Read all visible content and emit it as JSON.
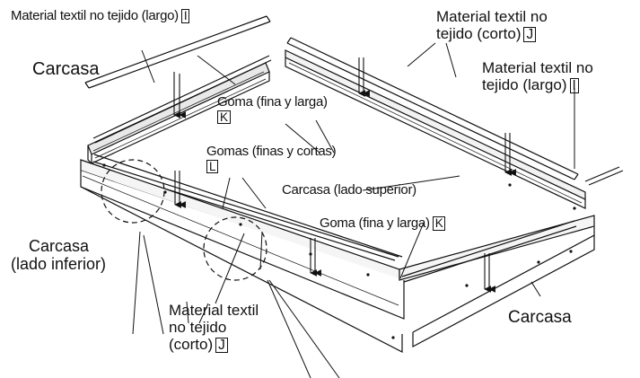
{
  "labels": {
    "material_largo_top": {
      "text": "Material textil no tejido (largo)",
      "tag": "I"
    },
    "material_corto_top": {
      "line1": "Material textil no",
      "line2": "tejido (corto)",
      "tag": "J"
    },
    "carcasa_left": {
      "text": "Carcasa"
    },
    "material_largo_right": {
      "line1": "Material textil no",
      "line2": "tejido (largo)",
      "tag": "I"
    },
    "goma_fina_larga_k1": {
      "text": "Goma (fina y larga)",
      "tag": "K"
    },
    "gomas_finas_cortas": {
      "text": "Gomas (finas y cortas)",
      "tag": "L"
    },
    "carcasa_lado_superior": {
      "text": "Carcasa (lado superior)"
    },
    "carcasa_lado_inferior": {
      "line1": "Carcasa",
      "line2": "(lado inferior)"
    },
    "goma_fina_larga_k2": {
      "text": "Goma (fina y larga)",
      "tag": "K"
    },
    "material_corto_bottom": {
      "line1": "Material textil",
      "line2": "no tejido",
      "line3": "(corto)",
      "tag": "J"
    },
    "carcasa_bottom_right": {
      "text": "Carcasa"
    }
  },
  "colors": {
    "ink": "#111111",
    "background": "#ffffff"
  }
}
